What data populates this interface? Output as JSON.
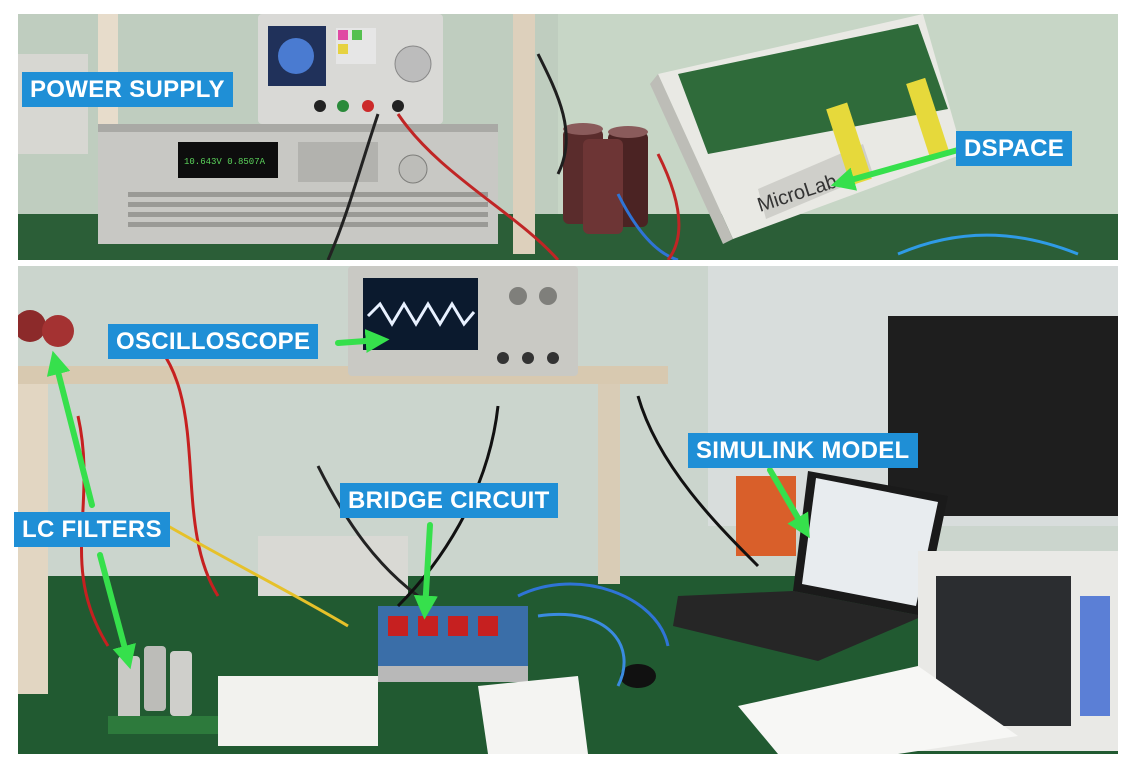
{
  "labels": {
    "power_supply": "POWER SUPPLY",
    "dspace": "DSPACE",
    "oscilloscope": "OSCILLOSCOPE",
    "simulink_model": "SIMULINK MODEL",
    "bridge_circuit": "BRIDGE CIRCUIT",
    "lc_filters": "LC FILTERS"
  },
  "device_text": {
    "load_display": "10.643V 0.8507A",
    "dspace_brand": "MicroLab"
  },
  "colors": {
    "label_bg": "#1f8fd6",
    "label_text": "#ffffff",
    "arrow": "#36e04c",
    "wall": "#c9d5cc",
    "bench_green": "#1f5a2e"
  }
}
